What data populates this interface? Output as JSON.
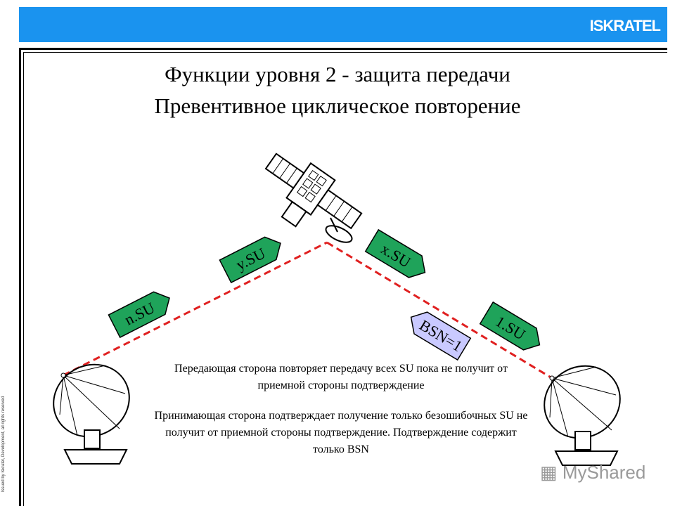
{
  "header": {
    "logo_text": "ISKRATEL",
    "bar_color": "#1a93ef"
  },
  "side_note": "Issued by Iskratel, Development, all rights reserved",
  "title": {
    "line1": "Функции уровня 2 - защита передачи",
    "line2": "Превентивное циклическое повторение"
  },
  "labels": {
    "n_su": "n.SU",
    "y_su": "y.SU",
    "x_su": "x.SU",
    "one_su": "1.SU",
    "bsn": "BSN=1"
  },
  "paragraphs": {
    "sender": "Передающая сторона повторяет передачу всех SU пока не получит от приемной стороны подтверждение",
    "receiver": "Принимающая сторона подтверждает получение только безошибочных SU не получит от приемной стороны подтверждение. Подтверждение содержит только BSN"
  },
  "watermark": "MyShared",
  "colors": {
    "arrow_green": "#1fa35a",
    "bsn_fill": "#c9c9ff",
    "link_red": "#e02020"
  }
}
